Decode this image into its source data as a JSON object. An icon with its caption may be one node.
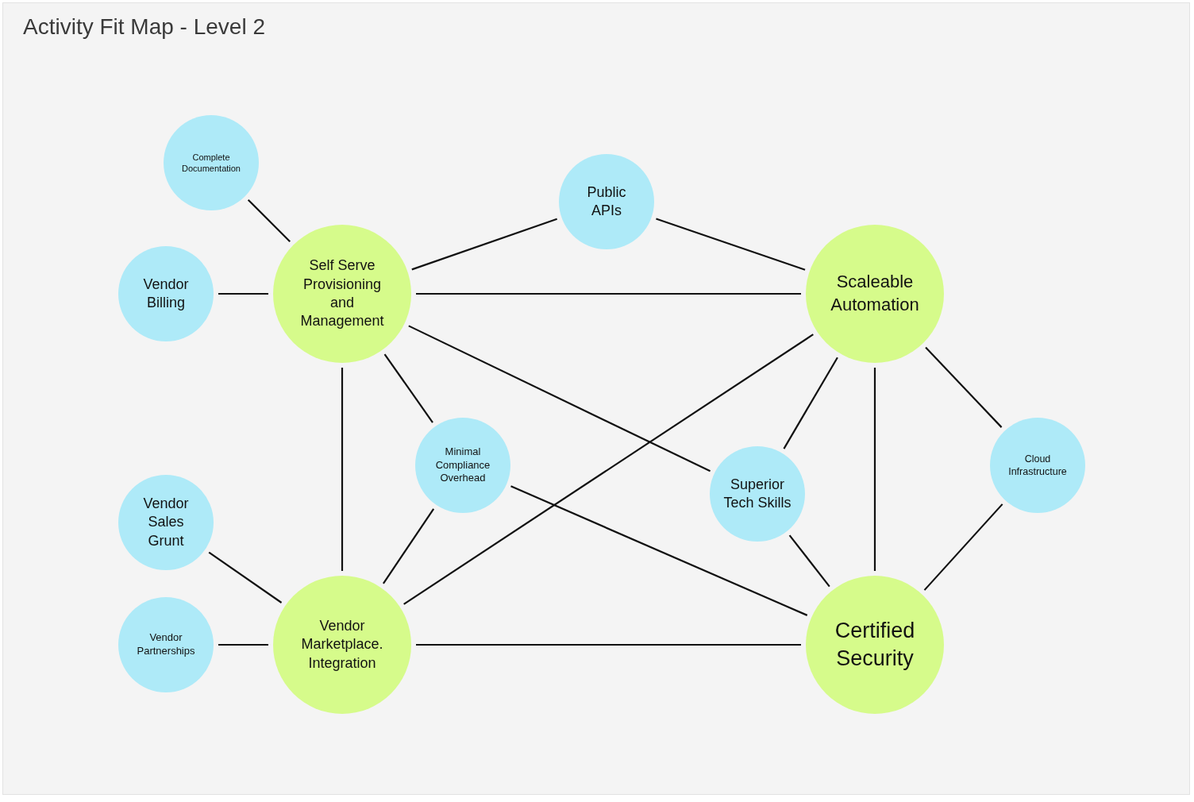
{
  "diagram": {
    "title": "Activity Fit Map - Level 2",
    "nodes": [
      {
        "text": [
          "Complete Documentation"
        ]
      },
      {
        "text": [
          "Public APIs"
        ]
      },
      {
        "text": [
          "Self Serve Provisioning and Management"
        ]
      },
      {
        "text": [
          "Vendor Billing"
        ]
      },
      {
        "text": [
          "Scaleable Automation"
        ]
      },
      {
        "text": [
          "Minimal Compliance Overhead"
        ]
      },
      {
        "text": [
          "Cloud Infrastructure"
        ]
      },
      {
        "text": [
          "Superior Tech Skills"
        ]
      },
      {
        "text": [
          "Vendor Sales Grunt"
        ]
      },
      {
        "text": [
          "Vendor Marketplace. Integration"
        ]
      },
      {
        "text": [
          "Vendor Partnerships"
        ]
      },
      {
        "text": [
          "Certified Security"
        ]
      }
    ],
    "edges": [
      {
        "from": 0,
        "to": 2,
        "arrow": "none"
      },
      {
        "from": 2,
        "to": 1,
        "arrow": "none"
      },
      {
        "from": 1,
        "to": 4,
        "arrow": "none"
      },
      {
        "from": 3,
        "to": 2,
        "arrow": "none"
      },
      {
        "from": 2,
        "to": 4,
        "arrow": "none"
      },
      {
        "from": 2,
        "to": 9,
        "arrow": "none"
      },
      {
        "from": 2,
        "to": 5,
        "arrow": "none"
      },
      {
        "from": 2,
        "to": 7,
        "arrow": "none"
      },
      {
        "from": 4,
        "to": 9,
        "arrow": "none"
      },
      {
        "from": 4,
        "to": 7,
        "arrow": "none"
      },
      {
        "from": 4,
        "to": 11,
        "arrow": "none"
      },
      {
        "from": 4,
        "to": 6,
        "arrow": "none"
      },
      {
        "from": 5,
        "to": 9,
        "arrow": "none"
      },
      {
        "from": 5,
        "to": 11,
        "arrow": "none"
      },
      {
        "from": 7,
        "to": 11,
        "arrow": "none"
      },
      {
        "from": 6,
        "to": 11,
        "arrow": "none"
      },
      {
        "from": 8,
        "to": 9,
        "arrow": "none"
      },
      {
        "from": 10,
        "to": 9,
        "arrow": "none"
      },
      {
        "from": 9,
        "to": 11,
        "arrow": "none"
      }
    ]
  }
}
